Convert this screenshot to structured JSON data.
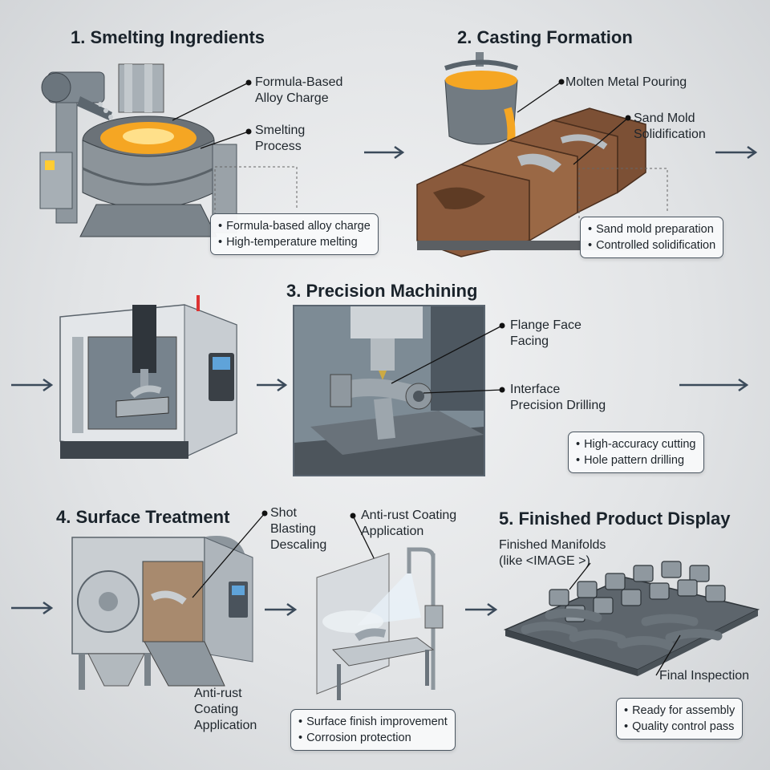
{
  "steps": [
    {
      "title": "1. Smelting Ingredients",
      "callouts": [
        {
          "lines": [
            "Formula-Based",
            "Alloy Charge"
          ]
        },
        {
          "lines": [
            "Smelting",
            "Process"
          ]
        }
      ],
      "bullets": [
        "Formula-based alloy charge",
        "High-temperature melting"
      ]
    },
    {
      "title": "2. Casting Formation",
      "callouts": [
        {
          "lines": [
            "Molten Metal Pouring"
          ]
        },
        {
          "lines": [
            "Sand Mold",
            "Solidification"
          ]
        }
      ],
      "bullets": [
        "Sand mold preparation",
        "Controlled solidification"
      ]
    },
    {
      "title": "3. Precision Machining",
      "callouts": [
        {
          "lines": [
            "Flange Face",
            "Facing"
          ]
        },
        {
          "lines": [
            "Interface",
            "Precision Drilling"
          ]
        }
      ],
      "bullets": [
        "High-accuracy cutting",
        "Hole pattern drilling"
      ]
    },
    {
      "title": "4. Surface Treatment",
      "callouts": [
        {
          "lines": [
            "Shot",
            "Blasting",
            "Descaling"
          ]
        },
        {
          "lines": [
            "Anti-rust Coating",
            "Application"
          ]
        },
        {
          "lines": [
            "Anti-rust",
            "Coating",
            "Application"
          ]
        }
      ],
      "bullets": [
        "Surface finish improvement",
        "Corrosion protection"
      ]
    },
    {
      "title": "5. Finished Product Display",
      "callouts": [
        {
          "lines": [
            "Finished Manifolds",
            "(like <IMAGE >)"
          ]
        },
        {
          "lines": [
            "Final Inspection"
          ]
        }
      ],
      "bullets": [
        "Ready for assembly",
        "Quality control pass"
      ]
    }
  ],
  "colors": {
    "arrow": "#3b4a5a",
    "molten": "#f5a623",
    "rust_mold": "#8a5a3c",
    "steel": "#9aa3ab",
    "dark_steel": "#4a535c"
  }
}
